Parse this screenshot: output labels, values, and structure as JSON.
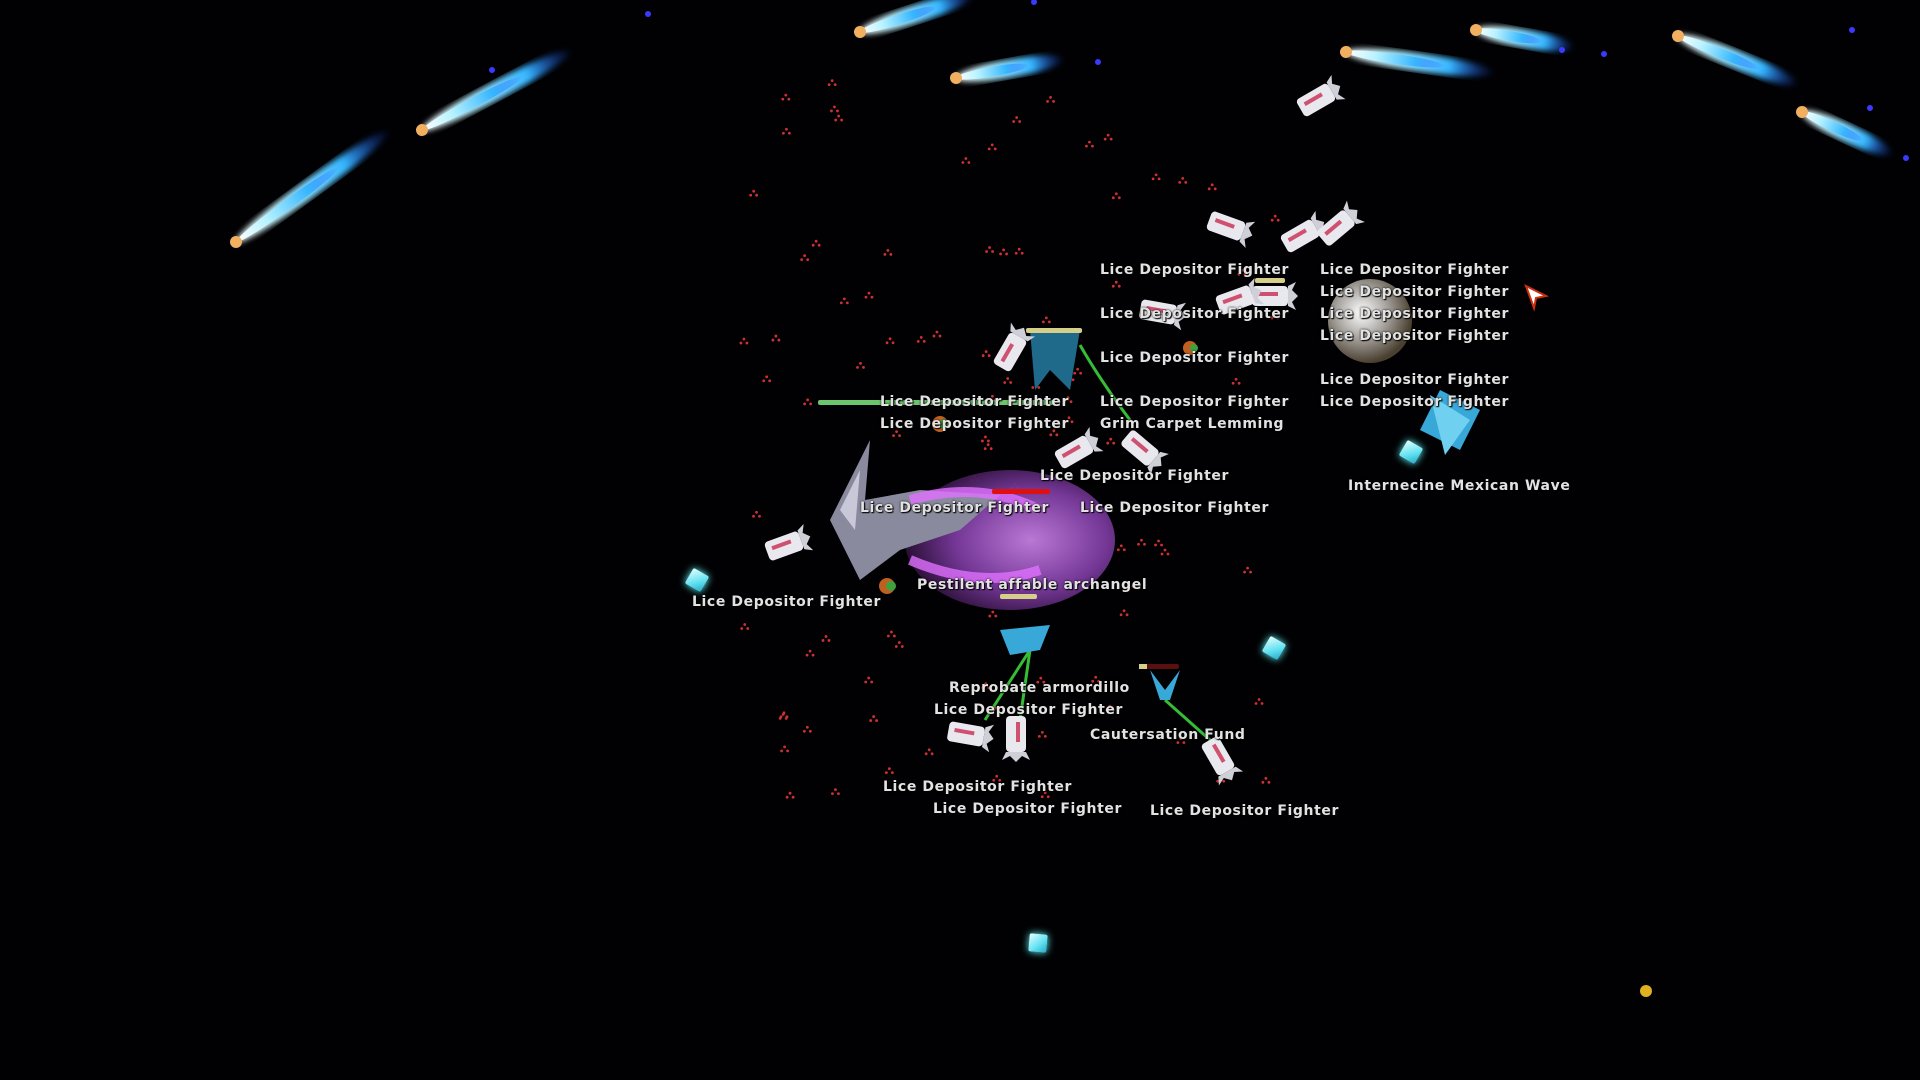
{
  "labels": [
    "Lice Depositor Fighter",
    "Lice Depositor Fighter",
    "Lice Depositor Fighter",
    "Lice Depositor Fighter",
    "Lice Depositor Fighter",
    "Lice Depositor Fighter",
    "Lice Depositor Fighter",
    "Lice Depositor Fighter",
    "Lice Depositor Fighter",
    "Lice Depositor Fighter",
    "Lice Depositor Fighter",
    "Lice Depositor Fighter",
    "Grim Carpet Lemming",
    "Lice Depositor Fighter",
    "Lice Depositor Fighter",
    "Lice Depositor Fighter",
    "Internecine Mexican Wave",
    "Lice Depositor Fighter",
    "Pestilent affable archangel",
    "Reprobate armordillo",
    "Lice Depositor Fighter",
    "Cautersation Fund",
    "Lice Depositor Fighter",
    "Lice Depositor Fighter",
    "Lice Depositor Fighter"
  ],
  "health": {
    "grim_carpet_lemming": 0.75,
    "archangel_shield": 1.0,
    "armordillo": 0.45,
    "cautersation": 0.2
  },
  "colors": {
    "health": "#6cc46c",
    "damage": "#e01010",
    "shield": "#d6cf8a",
    "comet": "#4cc8ff"
  }
}
